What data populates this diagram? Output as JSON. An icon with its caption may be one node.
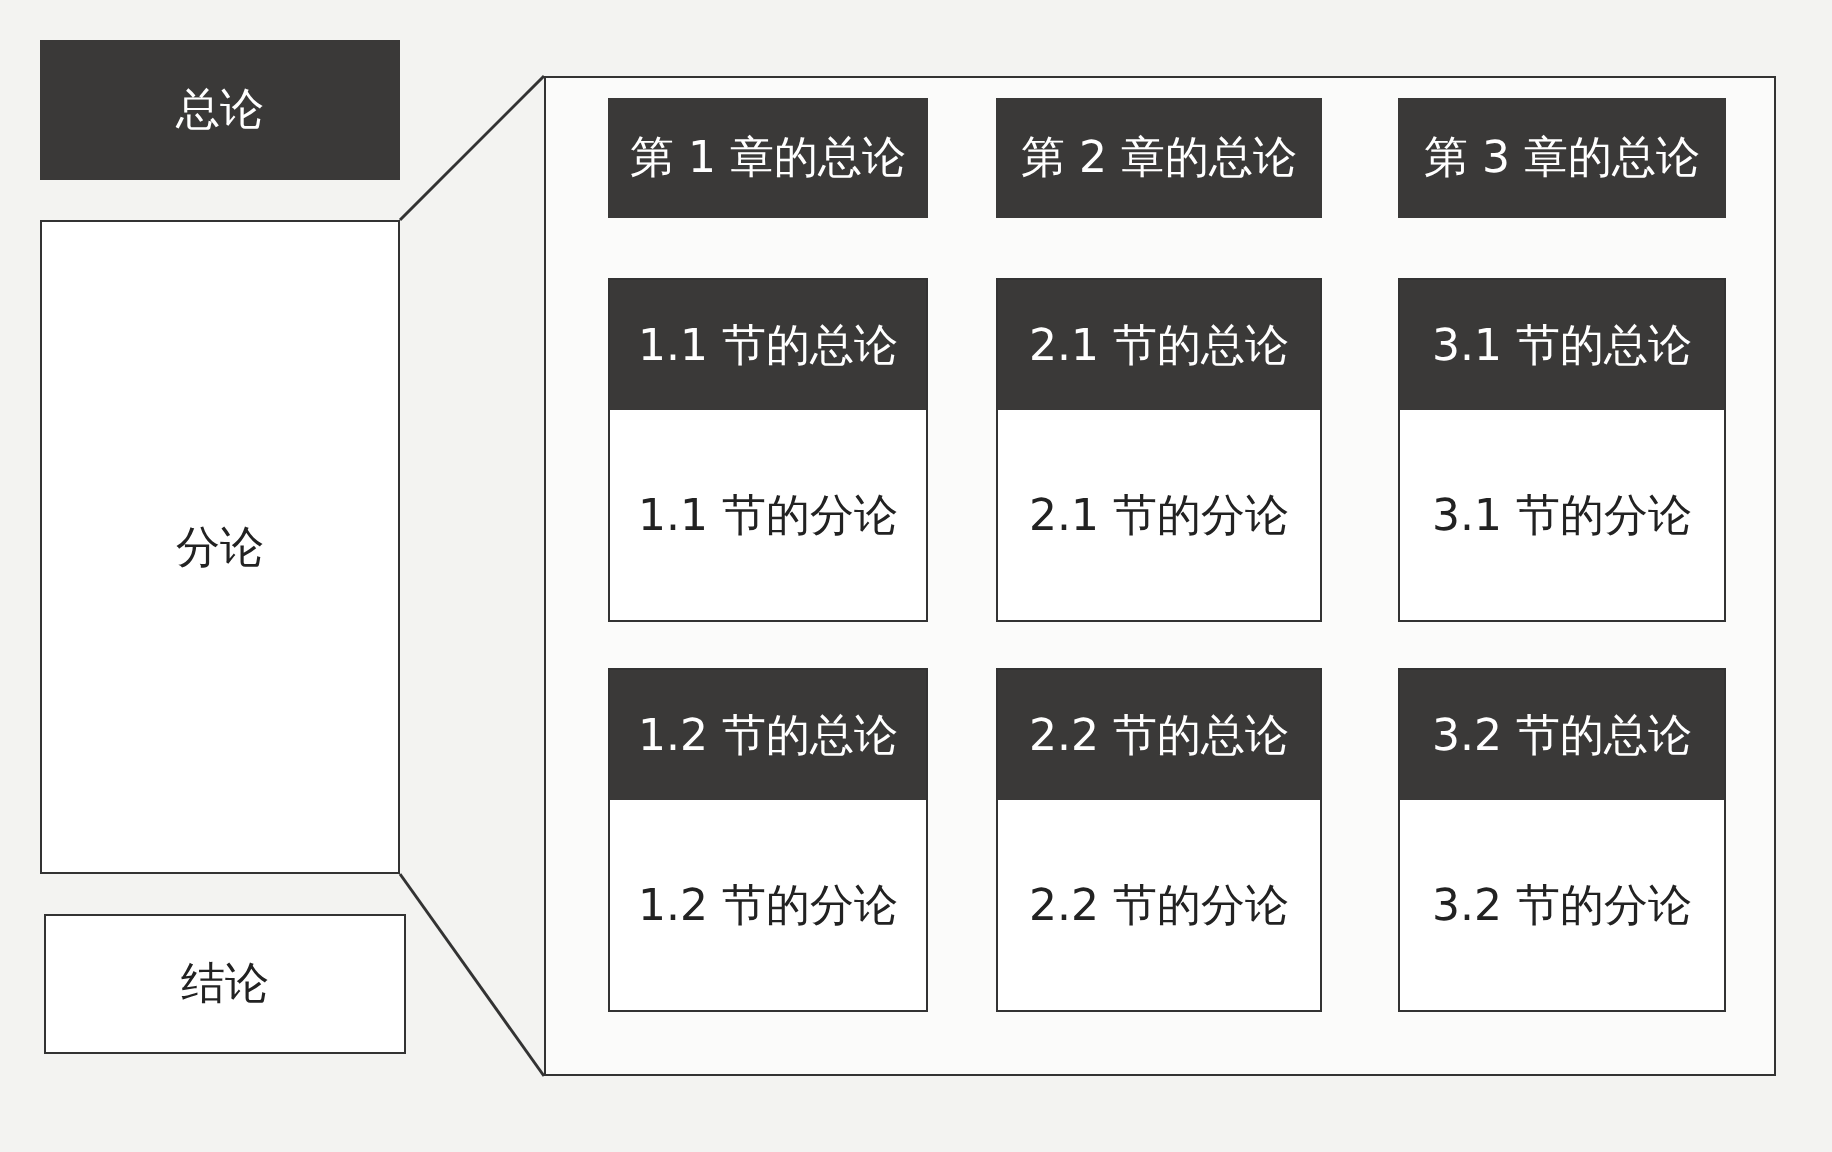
{
  "diagram": {
    "nodes": [
      {
        "text": [
          "总论"
        ]
      },
      {
        "text": [
          "分论"
        ]
      },
      {
        "text": [
          "结论"
        ]
      },
      {
        "text": [],
        "shape": "box"
      },
      {
        "text": [
          "第 1 章的总论"
        ],
        "in": 3
      },
      {
        "text": [
          "第 2 章的总论"
        ],
        "in": 3
      },
      {
        "text": [
          "第 3 章的总论"
        ],
        "in": 3
      },
      {
        "text": [
          "1.1 节的总论",
          "1.1 节的分论"
        ],
        "in": 3
      },
      {
        "text": [
          "2.1 节的总论",
          "2.1 节的分论"
        ],
        "in": 3
      },
      {
        "text": [
          "3.1 节的总论",
          "3.1 节的分论"
        ],
        "in": 3
      },
      {
        "text": [
          "1.2 节的总论",
          "1.2 节的分论"
        ],
        "in": 3
      },
      {
        "text": [
          "2.2 节的总论",
          "2.2 节的分论"
        ],
        "in": 3
      },
      {
        "text": [
          "3.2 节的总论",
          "3.2 节的分论"
        ],
        "in": 3
      }
    ],
    "edges": [
      {
        "from": 1,
        "to": 3,
        "arrow": "none"
      },
      {
        "from": 1,
        "to": 3,
        "arrow": "none"
      }
    ]
  }
}
